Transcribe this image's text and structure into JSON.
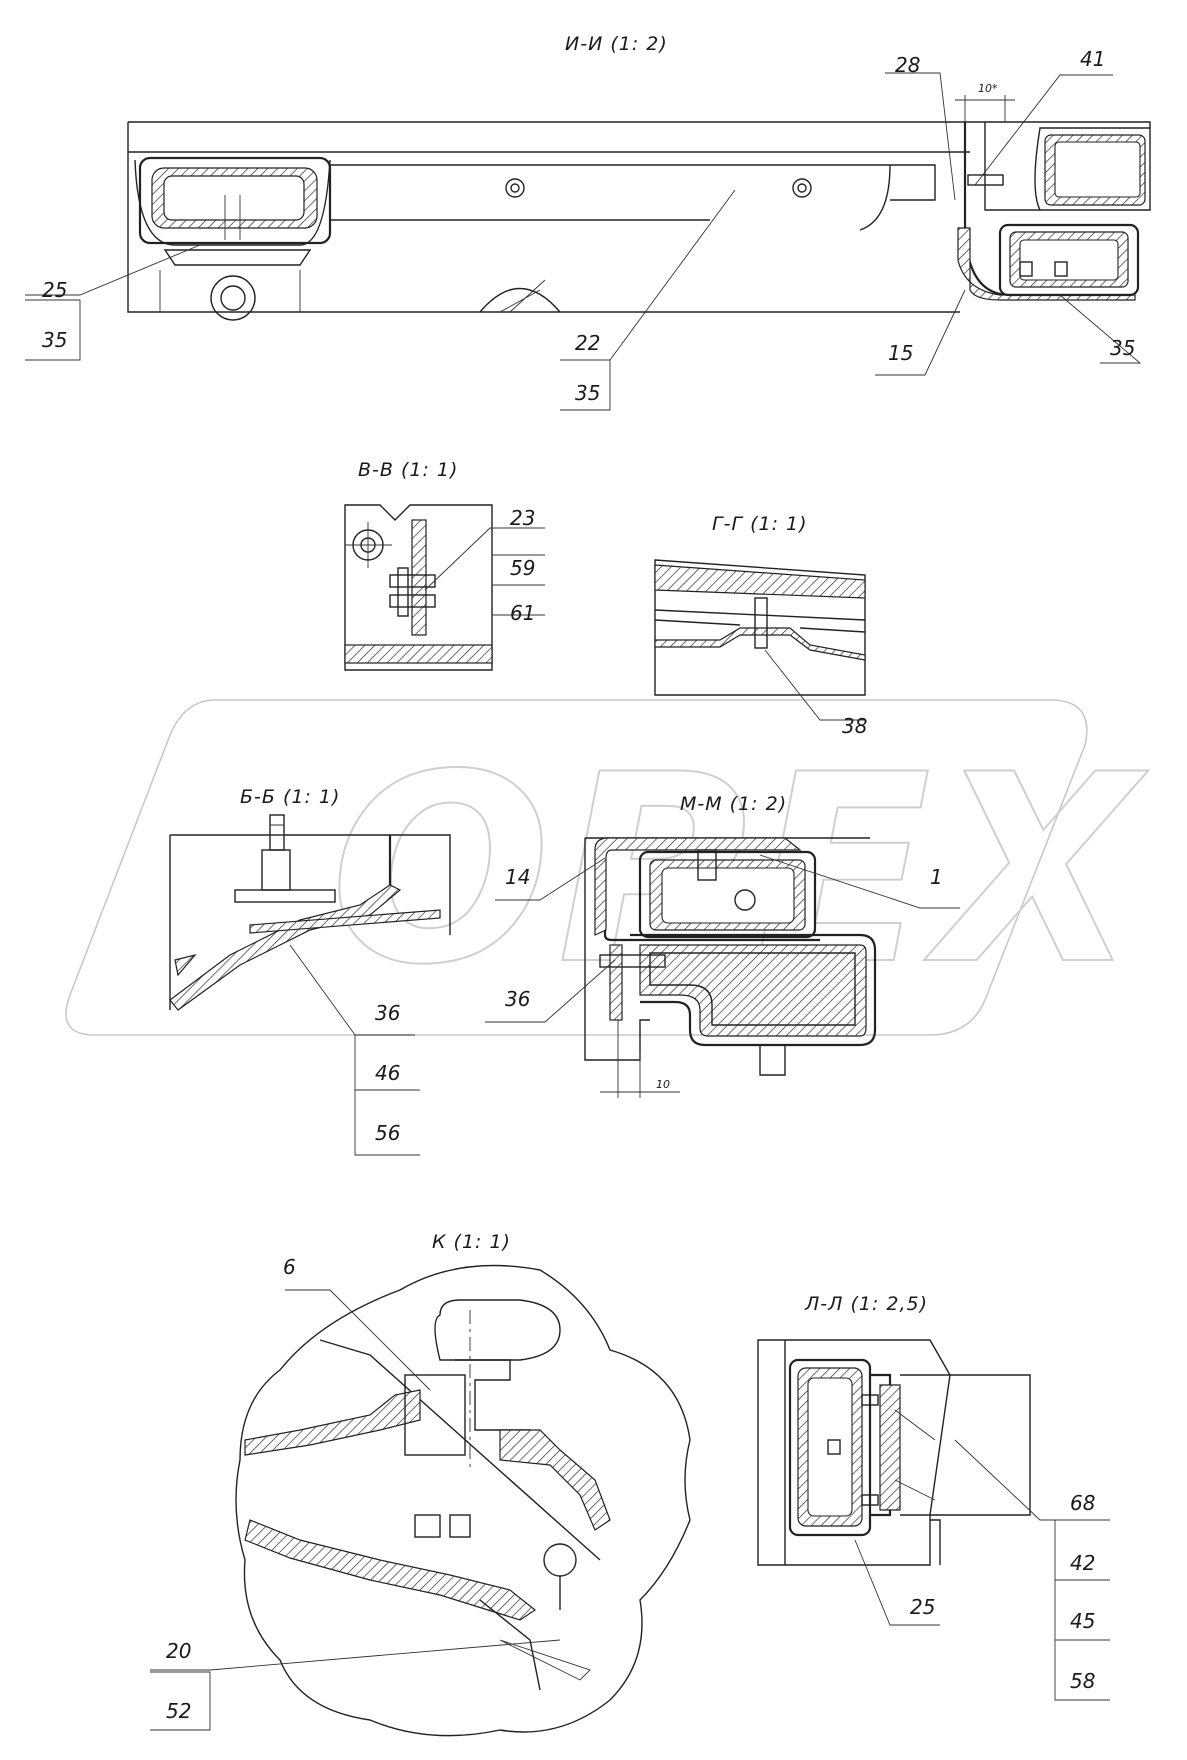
{
  "views": {
    "ii": {
      "title": "И-И (1: 2)",
      "dim": "10*"
    },
    "vv": {
      "title": "В-В (1: 1)"
    },
    "gg": {
      "title": "Г-Г (1: 1)"
    },
    "bb": {
      "title": "Б-Б (1: 1)"
    },
    "mm": {
      "title": "М-М (1: 2)",
      "dim": "10"
    },
    "k": {
      "title": "К (1: 1)"
    },
    "ll": {
      "title": "Л-Л (1: 2,5)"
    }
  },
  "callouts": {
    "c28": "28",
    "c41": "41",
    "c25a": "25",
    "c35a": "35",
    "c22": "22",
    "c35b": "35",
    "c15": "15",
    "c35c": "35",
    "c23": "23",
    "c59": "59",
    "c61": "61",
    "c38": "38",
    "c36a": "36",
    "c46": "46",
    "c56": "56",
    "c14": "14",
    "c1": "1",
    "c36b": "36",
    "c6": "6",
    "c20": "20",
    "c52": "52",
    "c68": "68",
    "c42": "42",
    "c45": "45",
    "c58": "58",
    "c25b": "25"
  },
  "watermark": {
    "text": "OPEX"
  }
}
